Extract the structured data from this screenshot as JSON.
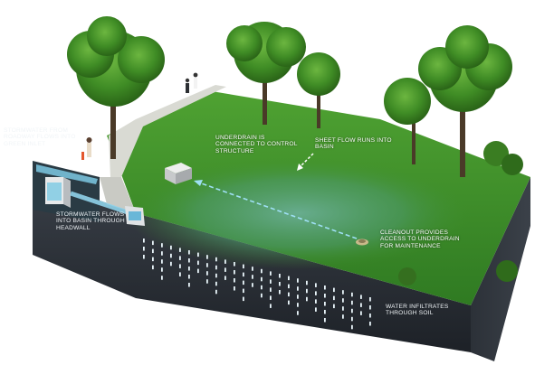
{
  "annotations": {
    "stormwater_roadway": "STORMWATER FROM\nROADWAY FLOWS INTO\nGREEN INLET",
    "underdrain": "UNDERDRAIN IS\nCONNECTED TO CONTROL\nSTRUCTURE",
    "sheet_flow": "SHEET FLOW RUNS INTO\nBASIN",
    "headwall": "STORMWATER FLOWS\nINTO BASIN THROUGH\nHEADWALL",
    "cleanout": "CLEANOUT PROVIDES\nACCESS TO UNDERDRAIN\nFOR MAINTENANCE",
    "infiltration": "WATER INFILTRATES\nTHROUGH SOIL"
  },
  "colors": {
    "grass": "#3f8f2a",
    "grass_dark": "#2c6b1d",
    "soil": "#2b3037",
    "water": "#8fd3ea",
    "tree": "#3c8a25"
  }
}
